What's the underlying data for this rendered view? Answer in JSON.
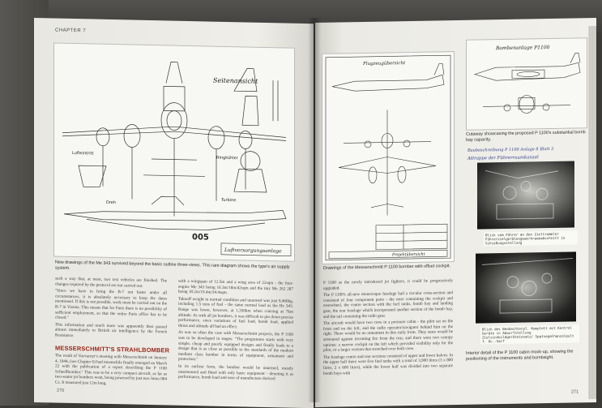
{
  "left_page": {
    "running_header": "CHAPTER 7",
    "figure_caption": "New drawings of the Me 343 survived beyond the basic outline three-views. This rare diagram shows the type's air supply system.",
    "drawing_labels": {
      "title": "Seitenansicht",
      "frame_number": "005",
      "footer": "Luftversorgungsanlage"
    },
    "column_1": [
      "such a way that, at most, two test vehicles are finished. The changes required by the protocol are not carried out.",
      "\"Since we have to bring the B-7 out faster under all circumstances, it is absolutely necessary to keep the dates mentioned. If this is not possible, work must be carried out on the B-7 in Vienna. This means that for Paris there is no possibility of sufficient employment, so that the entire Paris office has to be closed.\"",
      "This information and much more was apparently then passed almost immediately to British air intelligence by the French Resistance."
    ],
    "section_heading": "MESSERSCHMITT'S STRAHLBOMBER",
    "column_1b": [
      "The result of Voevarnyr's meeting with Messerschmitt on January 4, 1944, (see Chapter 6) had meanwhile finally emerged on March 22 with the publication of a report describing the P 1100 Schnellbomber.\" This was to be a very compact aircraft, as far as two-seater jet bombers went, being powered by just two Jumo 004 Cs. It measured just 12m long,"
    ],
    "column_2": [
      "with a wingspan of 12.5m and a wing area of 22sqm - the four-engine Me 343 being 16.3m/18m/42sqm and the tiny Me 262 287 being 18.2m/18.4m/34.4sqm.",
      "Takeoff weight in normal condition and unarmed was just 9,460kg, including 1.5 tons of fuel - the same normal load as the He 343. Range was lower, however, at 1,350km when cruising at 7km altitude. As with all jet bombers, it was difficult to pin down precise performance, since variations of fuel load, bomb load, applied thrust and altitude all had an effect.",
      "As was so often the case with Messerschmitt projects, the P 1100 was to be developed in stages: \"The programme starts with very simple, cheap and poorly equipped designs and finally leads to a design that is as close as possible to the standards of the modern medium class bomber in terms of equipment, armament and protection.\"",
      "In its earliest form, the bomber would be unarmed, mostly unarmoured and fitted with only basic equipment - denoting it as performance, bomb load and ease of manufacture derived"
    ],
    "folio": "270"
  },
  "right_page": {
    "figure_1_caption": "Drawings of the Messerschmitt P 1100 bomber with offset cockpit.",
    "drawing_title": "Flugzeugübersicht",
    "drawing_footer": "Projektübersicht",
    "column_1": [
      "P 1100 as the newly introduced jet fighters, it could be progressively upgraded.",
      "The P 1100's all-new monocoque fuselage had a circular cross-section and consisted of four component parts - the nose containing the cockpit and nosewheel, the centre section with the fuel tanks, bomb bay and landing gear, the rear fuselage which incorporated another section of the bomb bay, and the tail containing the radio gear.",
      "The aircraft would have two crew in a pressure cabin - the pilot sat on the front and on the left, and the radio operator/navigator behind him on the right. There would be no armament in this early form. They seats would be armoured against incoming fire from the rear, and there were two canopy options: a narrow cockpit on the left which provided visibility only for the pilot, or a larger version that stretched over both crew.",
      "The fuselage centre and rear sections consisted of upper and lower halves. In the upper half there were five fuel tanks with a total of 3,900 litres (3 x 800 litres, 2 x 600 litres), while the lower half was divided into two separate bomb bays with"
    ],
    "top_drawing_title": "Bombenanlage P1100",
    "top_caption": "Cutaway showcasing the proposed P 1100's substantial bomb bay capacity.",
    "handwritten_lines": [
      "Baubeschreibung P 1100  Anlage 8  Blatt 3",
      "Attrappe der Führerraumkanzel"
    ],
    "photo_1_label": "Blick vom Führer an den Zieltrommler Führerzielgerätesgewerkraumabschnitt in Schießungsstellung",
    "photo_2_label": "Blick des Beobachterpl. Komplett mit Kontrol Geräte in Abwurfstellung Zielsinnbildgeräteinsatz/ Spatsegalhanzelpult f. 8c.-Sarf",
    "bottom_caption": "Interior detail of the P 1100 cabin mock-up, showing the positioning of the instruments and bombsight.",
    "folio": "271"
  }
}
